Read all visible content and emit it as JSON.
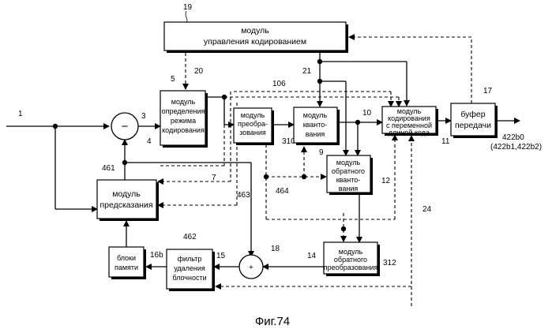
{
  "blocks": {
    "control": {
      "l1": "модуль",
      "l2": "управления кодированием",
      "ref": "19"
    },
    "mode": {
      "l1": "модуль",
      "l2": "определения",
      "l3": "режима",
      "l4": "кодирования",
      "ref": "5"
    },
    "transform": {
      "l1": "модуль",
      "l2": "преобра-",
      "l3": "зования",
      "ref": "310"
    },
    "quant": {
      "l1": "модуль",
      "l2": "кванто-",
      "l3": "вания",
      "ref": "9"
    },
    "vlc": {
      "l1": "модуль",
      "l2": "кодирования",
      "l3": "с переменной",
      "l4": "длиной кода",
      "ref": "11"
    },
    "buffer": {
      "l1": "буфер",
      "l2": "передачи",
      "ref": "17"
    },
    "invquant": {
      "l1": "модуль",
      "l2": "обратного",
      "l3": "кванто-",
      "l4": "вания",
      "ref": "12"
    },
    "invtransform": {
      "l1": "модуль",
      "l2": "обратного",
      "l3": "преобразования",
      "ref": "312"
    },
    "predict": {
      "l1": "модуль",
      "l2": "предсказания",
      "ref": "461"
    },
    "memory": {
      "l1": "блоки",
      "l2": "памяти",
      "ref": "16b"
    },
    "filter": {
      "l1": "фильтр",
      "l2": "удаления",
      "l3": "блочности",
      "ref": "462"
    }
  },
  "refs": {
    "input": "1",
    "subtractor": "3",
    "n4": "4",
    "n20": "20",
    "n106": "106",
    "n21": "21",
    "n10": "10",
    "n7": "7",
    "n463": "463",
    "n464": "464",
    "n24": "24",
    "n14": "14",
    "n15": "15",
    "adder": "18",
    "output1": "422b0",
    "output2": "(422b1,422b2)"
  },
  "symbols": {
    "minus": "−",
    "plus": "+"
  },
  "caption": "Фиг.74"
}
